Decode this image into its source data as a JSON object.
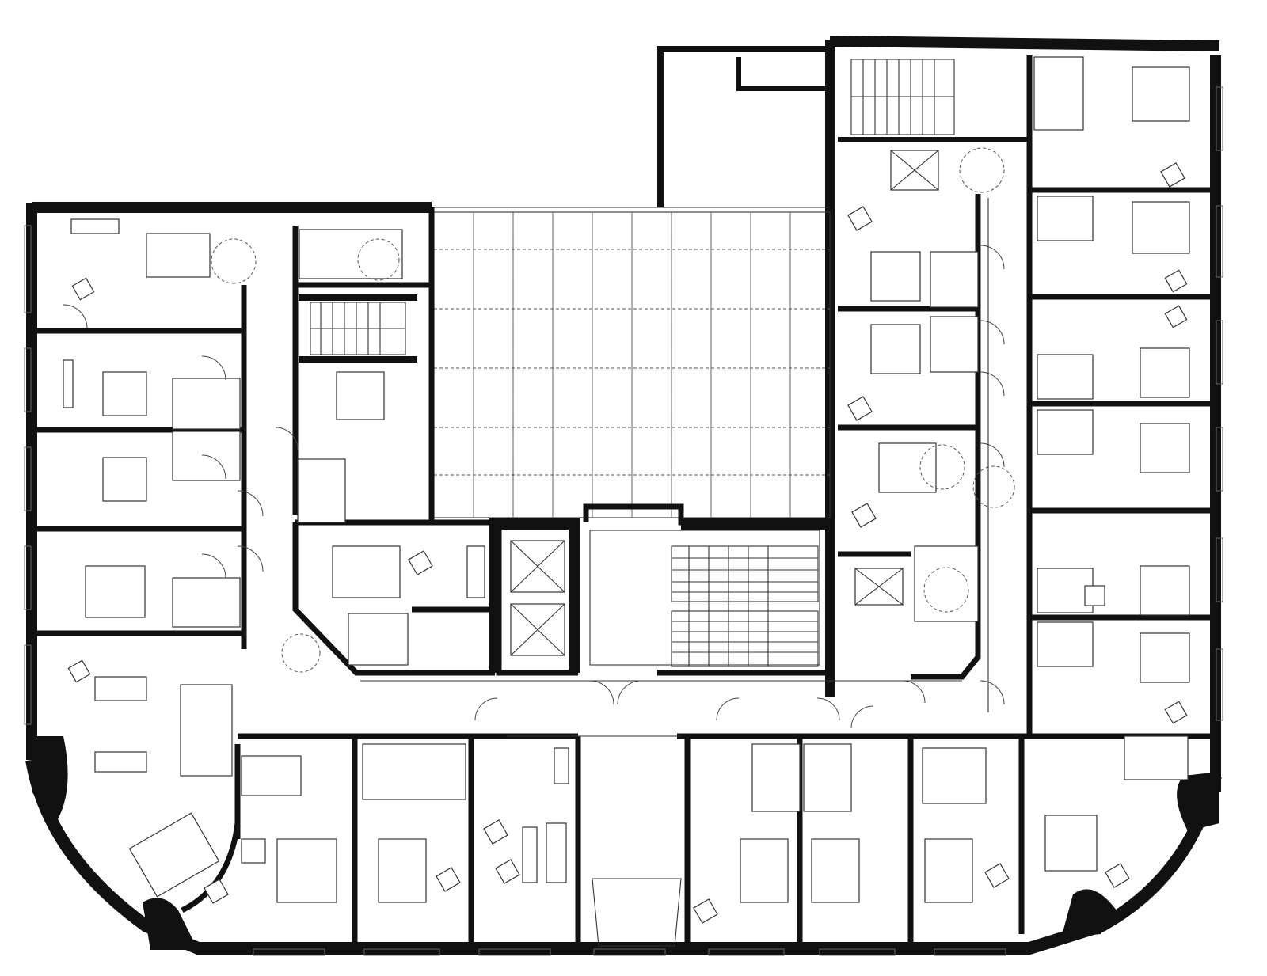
{
  "drawing": {
    "kind": "architectural floor plan",
    "colors": {
      "walls": "#111111",
      "lines": "#333333",
      "background": "#ffffff"
    },
    "elements": [
      "exterior-walls",
      "atrium-glass-roof",
      "guest-rooms",
      "bathrooms",
      "staircases",
      "elevators",
      "corridors",
      "furniture"
    ],
    "text_labels": []
  }
}
